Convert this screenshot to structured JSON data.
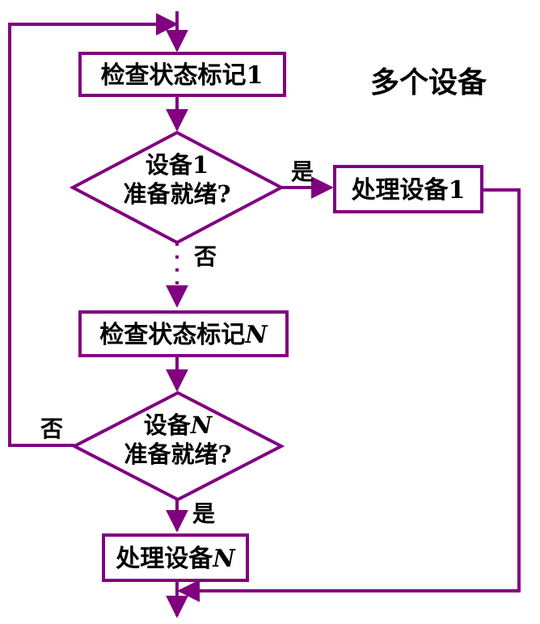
{
  "title": "多个设备",
  "colors": {
    "stroke": "#800080",
    "text": "#000000",
    "fill": "#ffffff"
  },
  "nodes": {
    "check1": {
      "text": "检查状态标记",
      "suffix": "1"
    },
    "decision1": {
      "line1_prefix": "设备",
      "line1_suffix": "1",
      "line2": "准备就绪?"
    },
    "process1": {
      "prefix": "处理设备",
      "suffix": "1"
    },
    "checkN": {
      "text": "检查状态标记",
      "suffix": "N"
    },
    "decisionN": {
      "line1_prefix": "设备",
      "line1_suffix": "N",
      "line2": "准备就绪?"
    },
    "processN": {
      "prefix": "处理设备",
      "suffix": "N"
    }
  },
  "edges": {
    "yes1": "是",
    "no1": "否",
    "noN": "否",
    "yesN": "是"
  }
}
